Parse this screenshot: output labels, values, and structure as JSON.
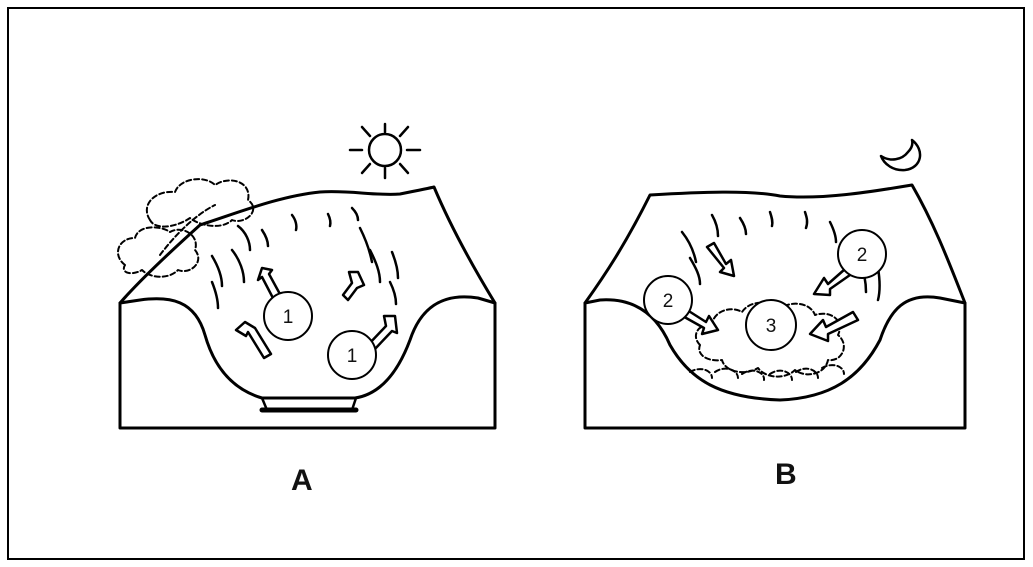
{
  "panels": [
    {
      "label": "A",
      "markers": [
        "1",
        "1"
      ]
    },
    {
      "label": "B",
      "markers": [
        "2",
        "2",
        "3"
      ]
    }
  ],
  "icons": {
    "panel_a": "sun-icon",
    "panel_b": "moon-icon"
  },
  "colors": {
    "line": "#000000",
    "background": "#ffffff"
  }
}
